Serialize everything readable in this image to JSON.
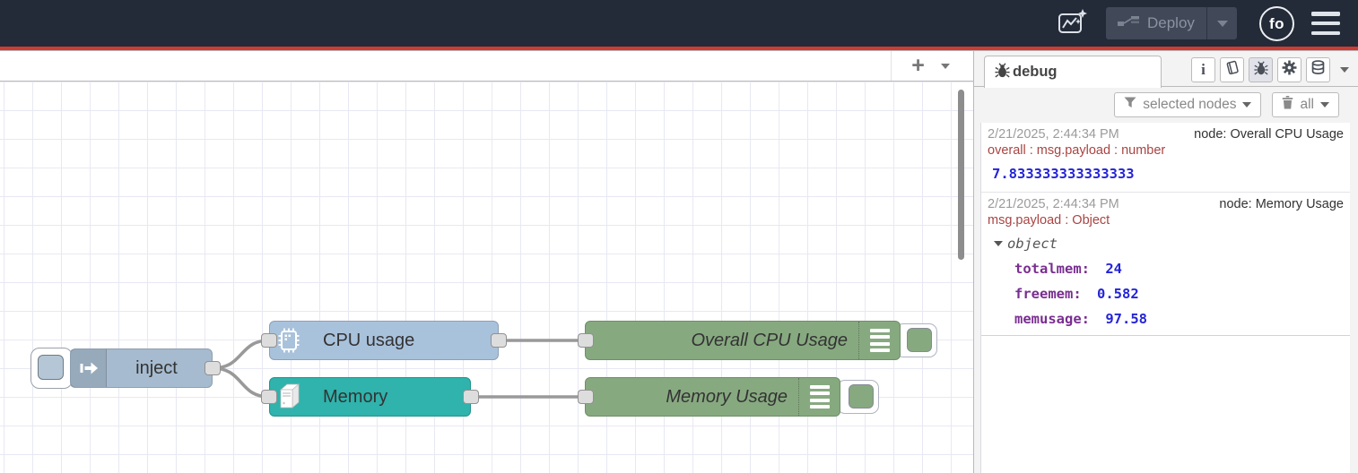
{
  "header": {
    "deploy": {
      "label": "Deploy"
    },
    "avatar": {
      "label": "fo"
    }
  },
  "canvas": {
    "controls": {
      "add_flow": "+"
    },
    "nodes": {
      "inject": {
        "label": "inject"
      },
      "cpu": {
        "label": "CPU usage"
      },
      "memory": {
        "label": "Memory"
      },
      "overall_cpu": {
        "label": "Overall CPU Usage"
      },
      "memory_usage": {
        "label": "Memory Usage"
      }
    }
  },
  "sidebar": {
    "tab": {
      "label": "debug"
    },
    "toolbar": {
      "filter_label": "selected nodes",
      "clear_label": "all"
    },
    "messages": [
      {
        "timestamp": "2/21/2025, 2:44:34 PM",
        "node": "node: Overall CPU Usage",
        "topic": "overall : msg.payload : number",
        "value": "7.833333333333333"
      },
      {
        "timestamp": "2/21/2025, 2:44:34 PM",
        "node": "node: Memory Usage",
        "topic": "msg.payload : Object",
        "object_label": "object",
        "entries": [
          {
            "key": "totalmem:",
            "value": "24"
          },
          {
            "key": "freemem:",
            "value": "0.582"
          },
          {
            "key": "memusage:",
            "value": "97.58"
          }
        ]
      }
    ]
  },
  "colors": {
    "header_bg": "#232a38",
    "accent_red": "#ce3c31",
    "inject_node": "#a6bbcf",
    "cpu_node": "#a9c2dc",
    "memory_node": "#2fb3ac",
    "debug_node": "#87a980",
    "wire": "#999999",
    "topic_red": "#a94442",
    "key_purple": "#792e90",
    "number_blue": "#2424d8"
  }
}
